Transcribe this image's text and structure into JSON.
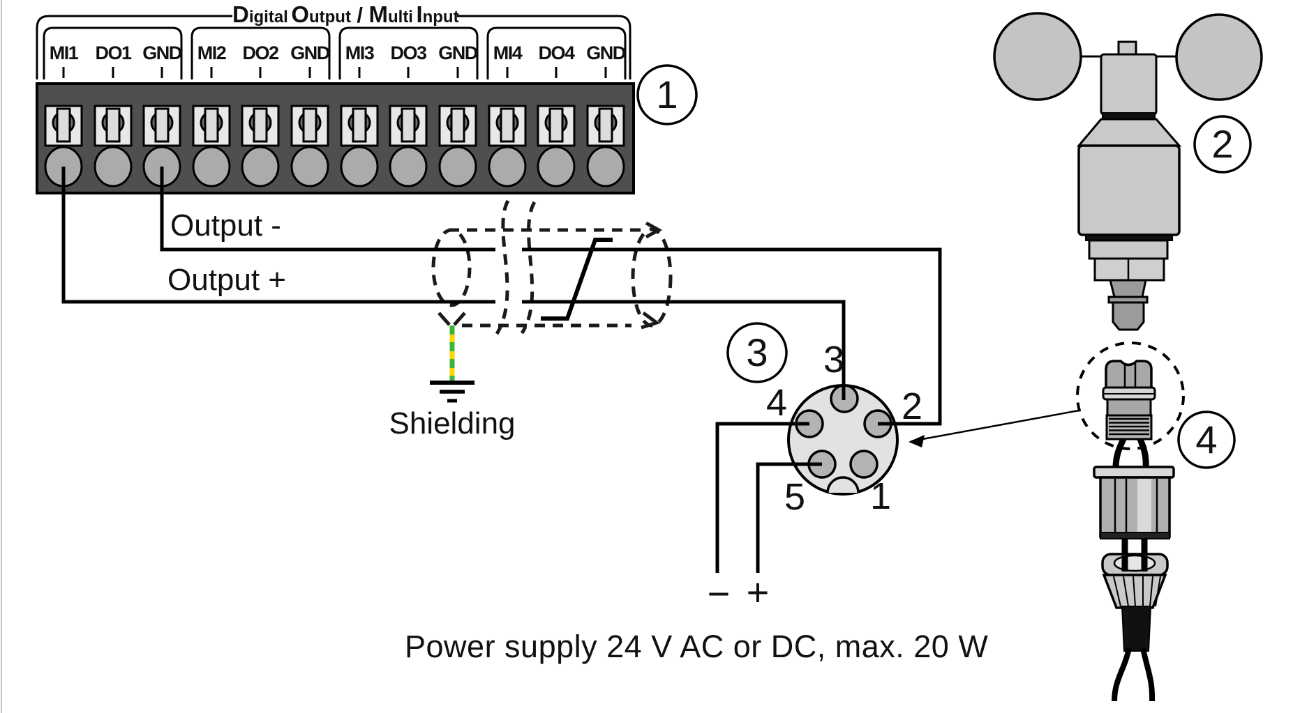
{
  "diagram": {
    "header": {
      "title": {
        "w1i": "D",
        "w1r": "igital",
        "w2i": "O",
        "w2r": "utput",
        "sep": "/",
        "w3i": "M",
        "w3r": "ulti",
        "w4i": "I",
        "w4r": "nput"
      }
    },
    "terminals": {
      "labels": [
        "MI1",
        "DO1",
        "GND",
        "MI2",
        "DO2",
        "GND",
        "MI3",
        "DO3",
        "GND",
        "MI4",
        "DO4",
        "GND"
      ]
    },
    "wire_labels": {
      "output_minus": "Output -",
      "output_plus": "Output +"
    },
    "shielding": "Shielding",
    "power_supply": "Power supply 24 V AC or DC, max. 20 W",
    "polarity": {
      "minus": "−",
      "plus": "+"
    },
    "pins": {
      "p1": "1",
      "p2": "2",
      "p3": "3",
      "p4": "4",
      "p5": "5"
    },
    "callouts": {
      "terminal_block": "1",
      "wind_sensor": "2",
      "connector_pinout": "3",
      "cable_gland": "4"
    },
    "colors": {
      "wire": "#000000",
      "drain_yellow": "#ffd500",
      "drain_green": "#3cb53c",
      "block_dark": "#4f4f4f",
      "device_gray": "#c9c9c9",
      "pin_gray": "#b3b3b3"
    }
  }
}
